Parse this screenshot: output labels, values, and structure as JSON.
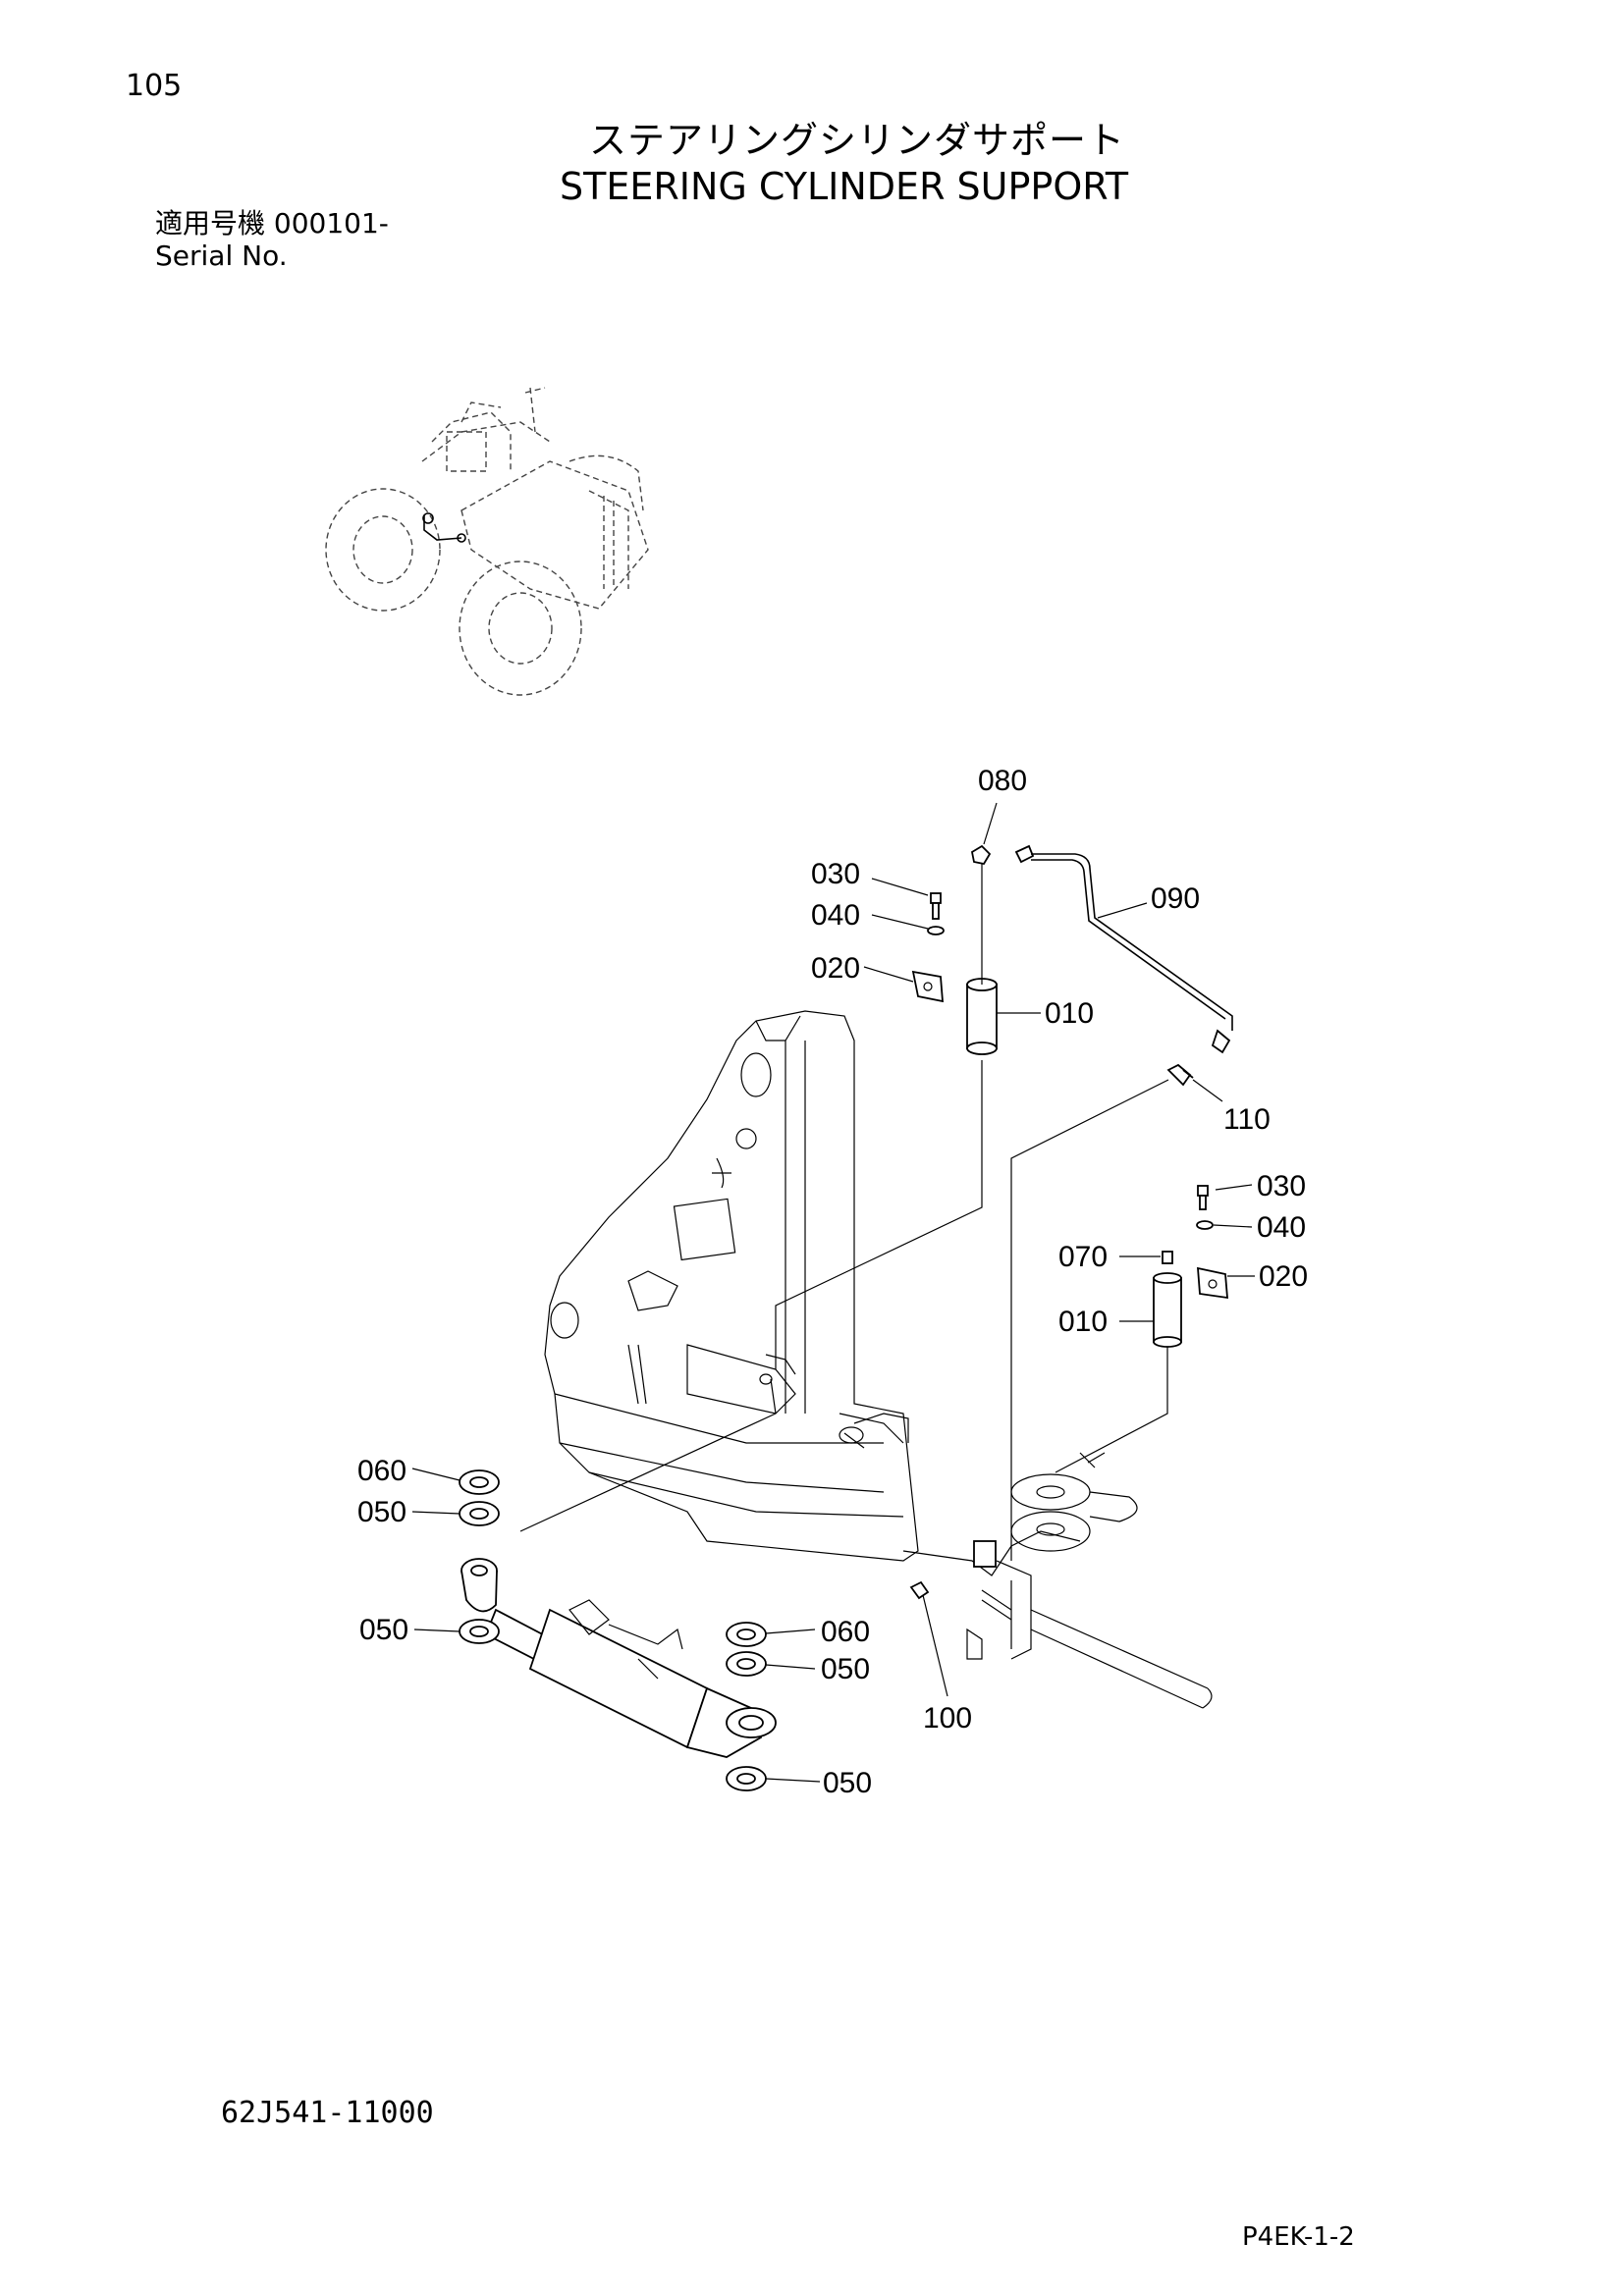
{
  "header": {
    "page_number": "105",
    "title_jp": "ステアリングシリンダサポート",
    "title_en": "STEERING CYLINDER SUPPORT",
    "serial_label_jp": "適用号機 000101-",
    "serial_label_en": "Serial No."
  },
  "footer": {
    "doc_code": "62J541-11000",
    "page_code": "P4EK-1-2"
  },
  "callouts": {
    "c080": "080",
    "c090": "090",
    "c030a": "030",
    "c040a": "040",
    "c020a": "020",
    "c010a": "010",
    "c110": "110",
    "c030b": "030",
    "c040b": "040",
    "c070": "070",
    "c020b": "020",
    "c010b": "010",
    "c060a": "060",
    "c050a": "050",
    "c050b": "050",
    "c060b": "060",
    "c050c": "050",
    "c100": "100",
    "c050d": "050"
  }
}
